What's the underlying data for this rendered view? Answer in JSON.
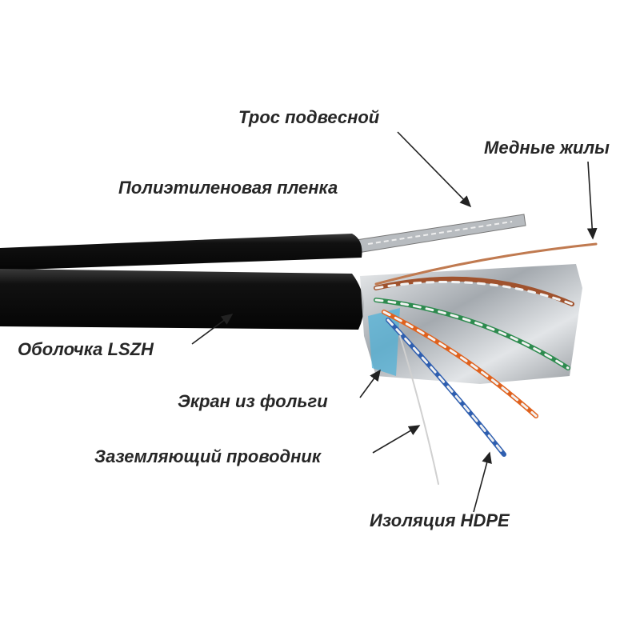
{
  "labels": {
    "messenger": "Трос подвесной",
    "copper": "Медные жилы",
    "pe_film": "Полиэтиленовая пленка",
    "sheath": "Оболочка LSZH",
    "foil": "Экран из фольги",
    "drain": "Заземляющий проводник",
    "insulation": "Изоляция HDPE"
  },
  "colors": {
    "text": "#262626",
    "sheath": "#111111",
    "foil": "#c9ccd0",
    "pair_orange": "#e0621e",
    "pair_green": "#2e8b4f",
    "pair_blue": "#2f5fb0",
    "pair_brown": "#8a4b2a",
    "copper": "#c07a50"
  }
}
